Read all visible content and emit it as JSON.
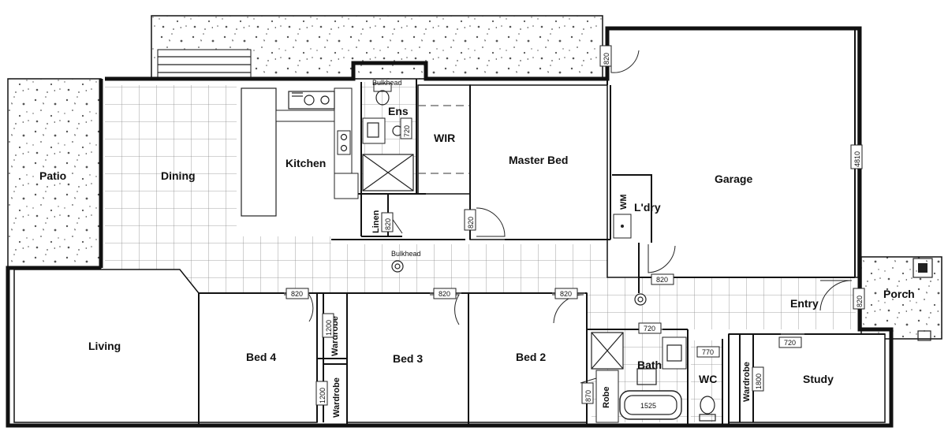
{
  "rooms": {
    "patio": "Patio",
    "dining": "Dining",
    "kitchen": "Kitchen",
    "ens": "Ens",
    "wir": "WIR",
    "master_bed": "Master Bed",
    "garage": "Garage",
    "ldry": "L'dry",
    "wm": "WM",
    "linen": "Linen",
    "living": "Living",
    "bed4": "Bed 4",
    "bed3": "Bed 3",
    "bed2": "Bed 2",
    "bath": "Bath",
    "wc": "WC",
    "study": "Study",
    "entry": "Entry",
    "porch": "Porch",
    "robe": "Robe",
    "wardrobe_bed4_upper": "Wardrobe",
    "wardrobe_bed4_lower": "Wardrobe",
    "wardrobe_study": "Wardrobe"
  },
  "notes": {
    "bulkhead_ens": "Bulkhead",
    "bulkhead_hall": "Bulkhead"
  },
  "dimensions": {
    "garage_side_door": "820",
    "garage_depth": "4810",
    "ens_door": "720",
    "linen_door": "820",
    "master_door": "820",
    "garage_entry_door": "820",
    "living_door": "820",
    "bed3_door": "820",
    "bed2_door": "820",
    "bath_door": "720",
    "wc_door": "770",
    "study_door": "720",
    "porch_door": "820",
    "bed4_wardrobe_upper": "1200",
    "bed4_wardrobe_lower": "1200",
    "study_wardrobe": "1800",
    "robe": "870",
    "bathtub": "1525"
  },
  "colors": {
    "wall": "#111111",
    "tile_grid": "#8a8a8a",
    "paving_speckle": "#555555",
    "background": "#ffffff"
  }
}
